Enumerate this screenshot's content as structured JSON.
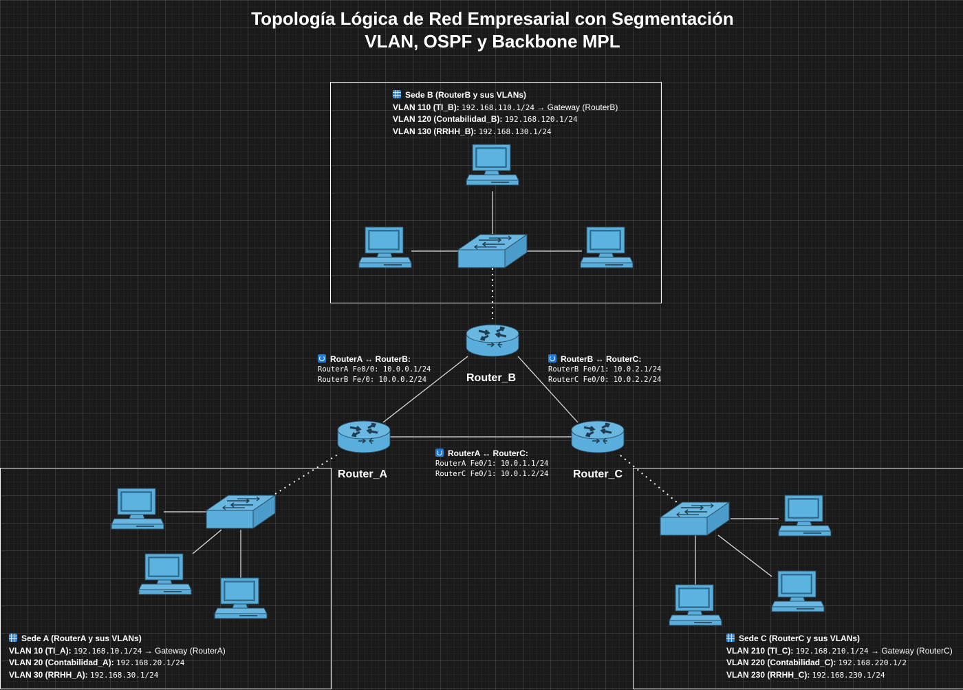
{
  "title": {
    "line1": "Topología Lógica de Red Empresarial con Segmentación",
    "line2": "VLAN, OSPF y Backbone MPL"
  },
  "sites": {
    "a": {
      "header": "Sede A (RouterA y sus VLANs)",
      "vlans": [
        {
          "label": "VLAN 10 (TI_A):",
          "ip": "192.168.10.1/24",
          "note": "→ Gateway (RouterA)"
        },
        {
          "label": "VLAN 20 (Contabilidad_A):",
          "ip": "192.168.20.1/24",
          "note": ""
        },
        {
          "label": "VLAN 30 (RRHH_A):",
          "ip": "192.168.30.1/24",
          "note": ""
        }
      ]
    },
    "b": {
      "header": "Sede B (RouterB y sus VLANs)",
      "vlans": [
        {
          "label": "VLAN 110 (TI_B):",
          "ip": "192.168.110.1/24",
          "note": "→ Gateway (RouterB)"
        },
        {
          "label": "VLAN 120 (Contabilidad_B):",
          "ip": "192.168.120.1/24",
          "note": ""
        },
        {
          "label": "VLAN 130 (RRHH_B):",
          "ip": "192.168.130.1/24",
          "note": ""
        }
      ]
    },
    "c": {
      "header": "Sede C (RouterC y sus VLANs)",
      "vlans": [
        {
          "label": "VLAN 210 (TI_C):",
          "ip": "192.168.210.1/24",
          "note": "→ Gateway (RouterC)"
        },
        {
          "label": "VLAN 220 (Contabilidad_C):",
          "ip": "192.168.220.1/2",
          "note": ""
        },
        {
          "label": "VLAN 230 (RRHH_C):",
          "ip": "192.168.230.1/24",
          "note": ""
        }
      ]
    }
  },
  "routers": {
    "a": "Router_A",
    "b": "Router_B",
    "c": "Router_C"
  },
  "links": {
    "ab": {
      "header": "RouterA ↔ RouterB:",
      "line1": "RouterA Fe0/0: 10.0.0.1/24",
      "line2": "RouterB Fe/0: 10.0.0.2/24"
    },
    "bc": {
      "header": "RouterB ↔ RouterC:",
      "line1": "RouterB Fe0/1: 10.0.2.1/24",
      "line2": "RouterC Fe0/0: 10.0.2.2/24"
    },
    "ac": {
      "header": "RouterA ↔ RouterC:",
      "line1": "RouterA Fe0/1: 10.0.1.1/24",
      "line2": "RouterC Fe0/1: 10.0.1.2/24"
    }
  },
  "colors": {
    "device_blue": "#5aaedb",
    "device_dark": "#2b4f66",
    "grid_background": "#1a1a1a"
  },
  "icons": {
    "site": "building-icon",
    "link": "sync-icon",
    "router": "router-icon",
    "switch": "switch-icon",
    "workstation": "workstation-icon"
  }
}
